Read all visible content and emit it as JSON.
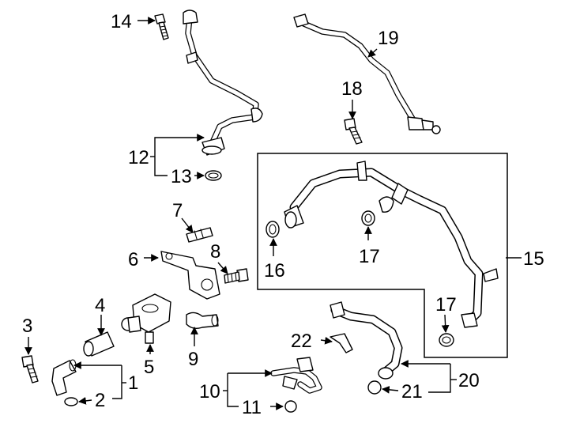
{
  "callouts": {
    "c1": "1",
    "c2": "2",
    "c3": "3",
    "c4": "4",
    "c5": "5",
    "c6": "6",
    "c7": "7",
    "c8": "8",
    "c9": "9",
    "c10": "10",
    "c11": "11",
    "c12": "12",
    "c13": "13",
    "c14": "14",
    "c15": "15",
    "c16": "16",
    "c17a": "17",
    "c17b": "17",
    "c18": "18",
    "c19": "19",
    "c20": "20",
    "c21": "21",
    "c22": "22"
  },
  "colors": {
    "line": "#000000",
    "background": "#ffffff"
  }
}
